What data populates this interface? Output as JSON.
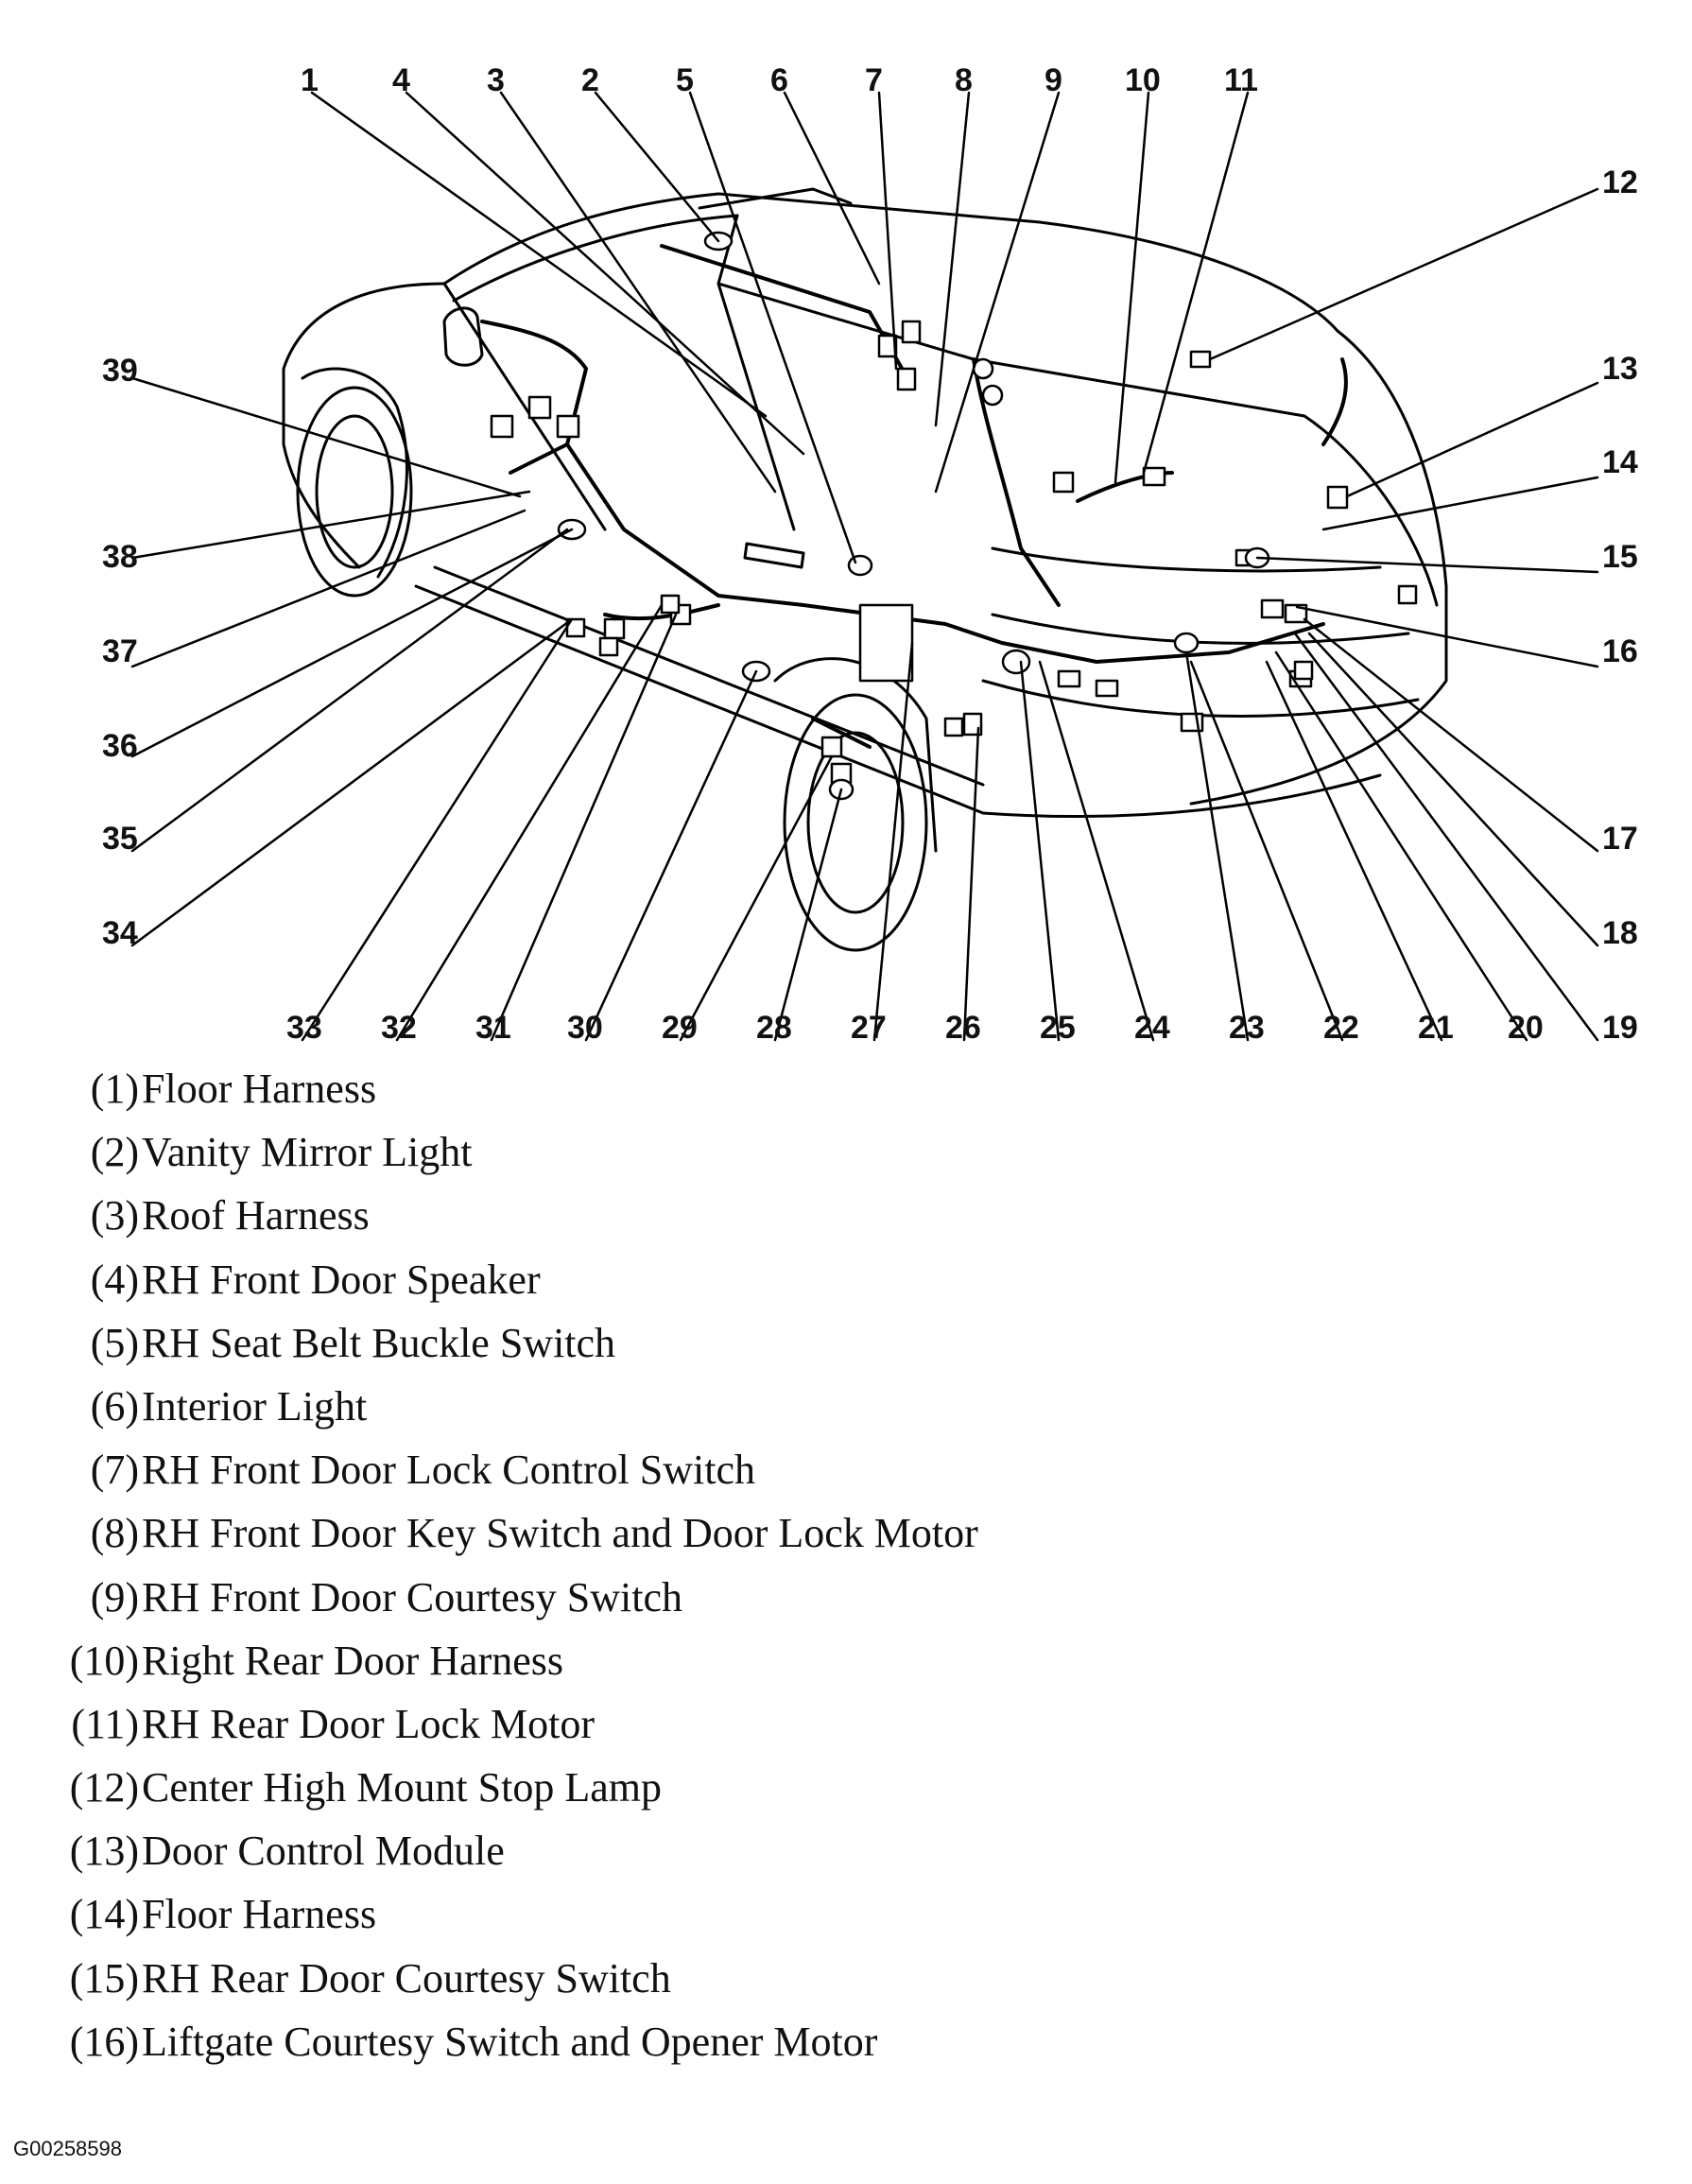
{
  "callouts": {
    "c1": "1",
    "c2": "2",
    "c3": "3",
    "c4": "4",
    "c5": "5",
    "c6": "6",
    "c7": "7",
    "c8": "8",
    "c9": "9",
    "c10": "10",
    "c11": "11",
    "c12": "12",
    "c13": "13",
    "c14": "14",
    "c15": "15",
    "c16": "16",
    "c17": "17",
    "c18": "18",
    "c19": "19",
    "c20": "20",
    "c21": "21",
    "c22": "22",
    "c23": "23",
    "c24": "24",
    "c25": "25",
    "c26": "26",
    "c27": "27",
    "c28": "28",
    "c29": "29",
    "c30": "30",
    "c31": "31",
    "c32": "32",
    "c33": "33",
    "c34": "34",
    "c35": "35",
    "c36": "36",
    "c37": "37",
    "c38": "38",
    "c39": "39"
  },
  "legend": [
    {
      "num": "(1)",
      "text": "Floor Harness"
    },
    {
      "num": "(2)",
      "text": "Vanity Mirror Light"
    },
    {
      "num": "(3)",
      "text": "Roof Harness"
    },
    {
      "num": "(4)",
      "text": "RH Front Door Speaker"
    },
    {
      "num": "(5)",
      "text": "RH Seat Belt Buckle Switch"
    },
    {
      "num": "(6)",
      "text": "Interior Light"
    },
    {
      "num": "(7)",
      "text": "RH Front Door Lock Control Switch"
    },
    {
      "num": "(8)",
      "text": "RH Front Door Key Switch and Door Lock Motor"
    },
    {
      "num": "(9)",
      "text": "RH Front Door Courtesy Switch"
    },
    {
      "num": "(10)",
      "text": "Right Rear Door Harness"
    },
    {
      "num": "(11)",
      "text": "RH Rear Door Lock Motor"
    },
    {
      "num": "(12)",
      "text": "Center High Mount Stop Lamp"
    },
    {
      "num": "(13)",
      "text": "Door Control Module"
    },
    {
      "num": "(14)",
      "text": "Floor Harness"
    },
    {
      "num": "(15)",
      "text": "RH Rear Door Courtesy Switch"
    },
    {
      "num": "(16)",
      "text": "Liftgate Courtesy Switch and Opener Motor"
    }
  ],
  "figure_id": "G00258598"
}
